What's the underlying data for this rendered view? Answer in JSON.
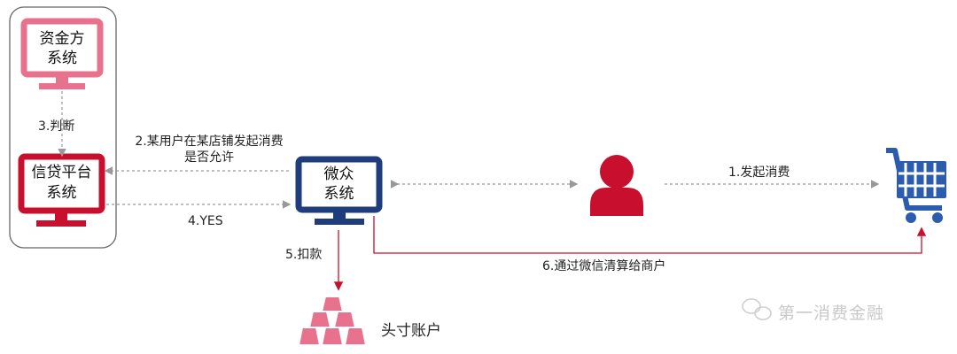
{
  "nodes": {
    "funder": {
      "line1": "资金方",
      "line2": "系统",
      "color": "#e8728e"
    },
    "credit_platform": {
      "line1": "信贷平台",
      "line2": "系统",
      "color": "#c8102e"
    },
    "webank": {
      "line1": "微众",
      "line2": "系统",
      "color": "#1f3d7a"
    },
    "user": {
      "icon": "user-icon",
      "color": "#c8102e"
    },
    "cart": {
      "icon": "shopping-cart-icon",
      "color": "#2b5cad"
    },
    "reserve": {
      "icon": "gold-bars-icon",
      "label": "头寸账户",
      "color": "#e8728e"
    }
  },
  "edges": {
    "e1": {
      "label": "1.发起消费"
    },
    "e2": {
      "line1": "2.某用户在某店铺发起消费",
      "line2": "是否允许"
    },
    "e3": {
      "label": "3.判断"
    },
    "e4": {
      "label": "4.YES"
    },
    "e5": {
      "label": "5.扣款"
    },
    "e6": {
      "label": "6.通过微信清算给商户"
    }
  },
  "watermark": {
    "icon": "wechat-icon",
    "text": "第一消费金融"
  }
}
